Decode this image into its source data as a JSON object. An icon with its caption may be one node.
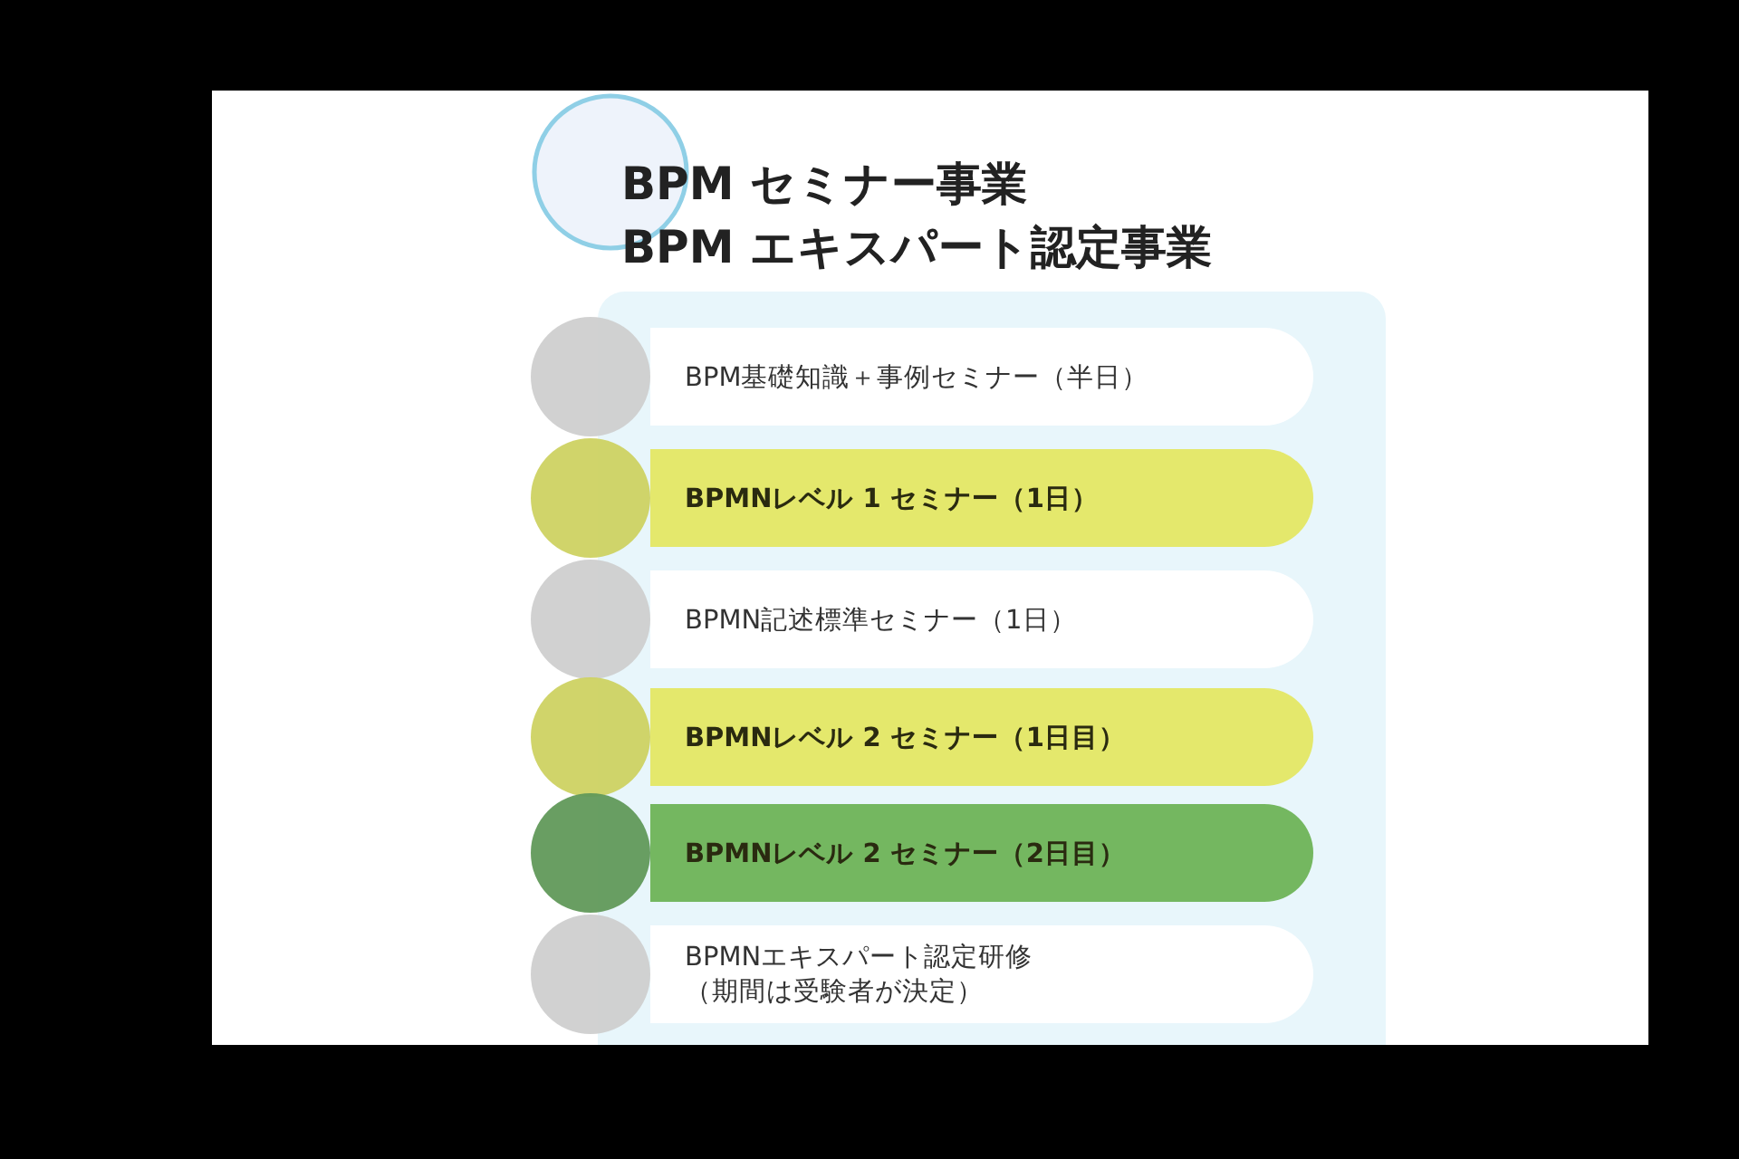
{
  "diagram": {
    "title": "BPM セミナー事業",
    "nodes": [
      {
        "text": [],
        "shape": "box"
      },
      {
        "text": [
          "BPM基礎知識＋事例セミナー（半日）"
        ],
        "in": 0
      },
      {
        "text": [
          "BPMNレベル 1 セミナー（1日）"
        ],
        "in": 0
      },
      {
        "text": [
          "BPMN記述標準セミナー（1日）"
        ],
        "in": 0
      },
      {
        "text": [
          "BPMNレベル 2 セミナー（1日目）"
        ],
        "in": 0
      },
      {
        "text": [
          "BPMNレベル 2 セミナー（2日目）"
        ],
        "in": 0
      },
      {
        "text": [
          "BPMNエキスパート認定研修",
          "（期間は受験者が決定）"
        ],
        "in": 0
      }
    ],
    "edges": [],
    "labels": [
      "BPM エキスパート認定事業"
    ]
  }
}
